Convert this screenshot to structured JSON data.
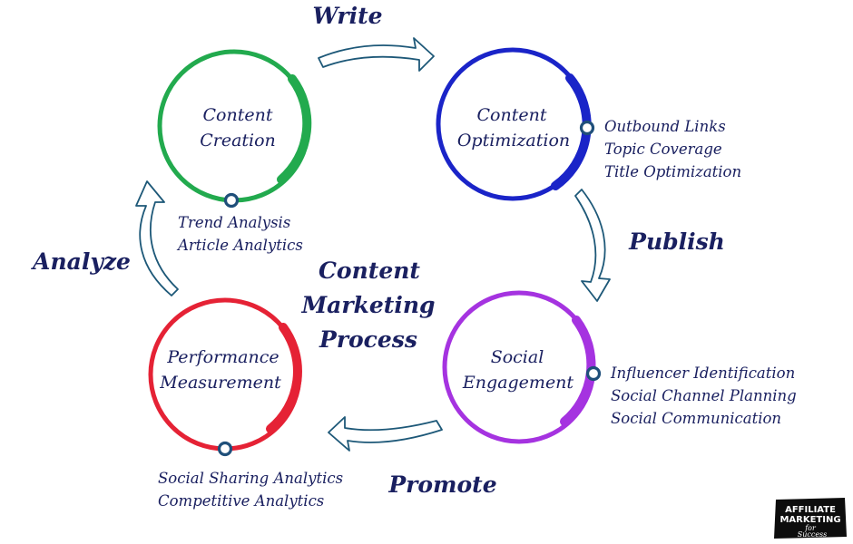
{
  "diagram": {
    "center_title": [
      "Content",
      "Marketing",
      "Process"
    ],
    "stages": [
      {
        "id": "content-creation",
        "title": [
          "Content",
          "Creation"
        ],
        "color": "#22aa4e",
        "details": [
          "Trend Analysis",
          "Article Analytics"
        ]
      },
      {
        "id": "content-optimization",
        "title": [
          "Content",
          "Optimization"
        ],
        "color": "#1a24c8",
        "details": [
          "Outbound Links",
          "Topic Coverage",
          "Title Optimization"
        ]
      },
      {
        "id": "social-engagement",
        "title": [
          "Social",
          "Engagement"
        ],
        "color": "#a533e0",
        "details": [
          "Influencer Identification",
          "Social Channel Planning",
          "Social Communication"
        ]
      },
      {
        "id": "performance-measurement",
        "title": [
          "Performance",
          "Measurement"
        ],
        "color": "#e52235",
        "details": [
          "Social Sharing Analytics",
          "Competitive Analytics"
        ]
      }
    ],
    "transitions": {
      "write": "Write",
      "publish": "Publish",
      "promote": "Promote",
      "analyze": "Analyze"
    }
  },
  "logo": {
    "text": [
      "AFFILIATE",
      "MARKETING",
      "for",
      "Success"
    ]
  },
  "colors": {
    "text": "#1a2060",
    "connector_dot": "#1f4f7a",
    "arrow_stroke": "#1d5878"
  }
}
